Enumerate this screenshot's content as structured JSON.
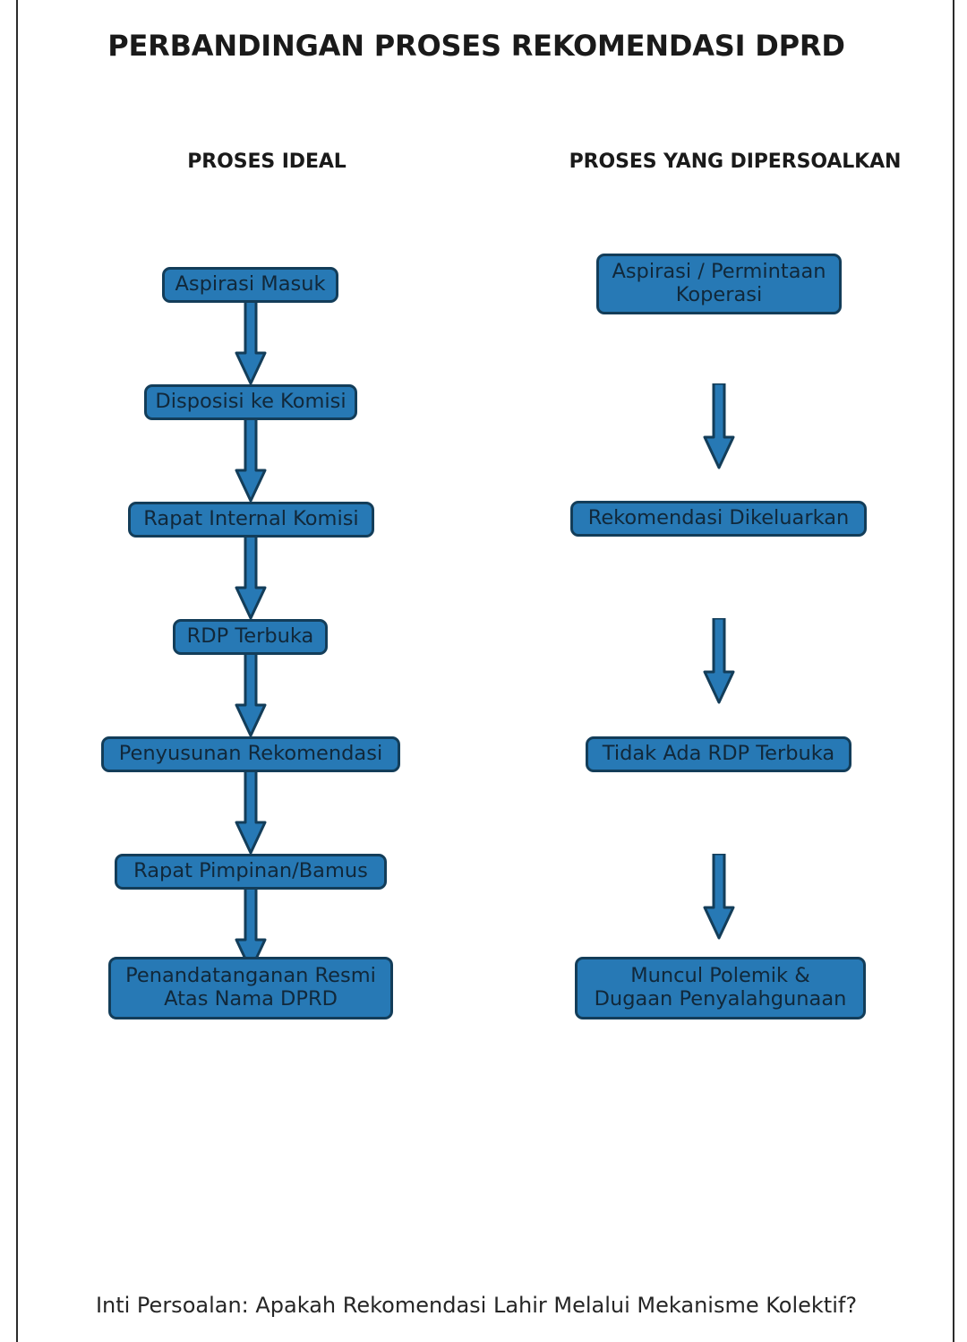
{
  "page": {
    "title": "PERBANDINGAN PROSES REKOMENDASI DPRD",
    "footer_note": "Inti Persoalan: Apakah Rekomendasi Lahir Melalui Mekanisme Kolektif?",
    "colors": {
      "node_fill": "#2779b5",
      "node_border": "#133d59",
      "node_text": "#11283a",
      "title_text": "#1a1a1a",
      "background": "#ffffff",
      "frame_line": "#2b2b2b"
    }
  },
  "columns": [
    {
      "id": "ideal",
      "title": "PROSES IDEAL",
      "nodes": [
        {
          "label": "Aspirasi Masuk"
        },
        {
          "label": "Disposisi ke Komisi"
        },
        {
          "label": "Rapat Internal Komisi"
        },
        {
          "label": "RDP Terbuka"
        },
        {
          "label": "Penyusunan Rekomendasi"
        },
        {
          "label": "Rapat Pimpinan/Bamus"
        },
        {
          "label": "Penandatanganan Resmi\nAtas Nama DPRD"
        }
      ]
    },
    {
      "id": "dipersoalkan",
      "title": "PROSES YANG DIPERSOALKAN",
      "nodes": [
        {
          "label": "Aspirasi / Permintaan\nKoperasi"
        },
        {
          "label": "Rekomendasi Dikeluarkan"
        },
        {
          "label": "Tidak Ada RDP Terbuka"
        },
        {
          "label": "Muncul Polemik &\nDugaan Penyalahgunaan"
        }
      ]
    }
  ]
}
